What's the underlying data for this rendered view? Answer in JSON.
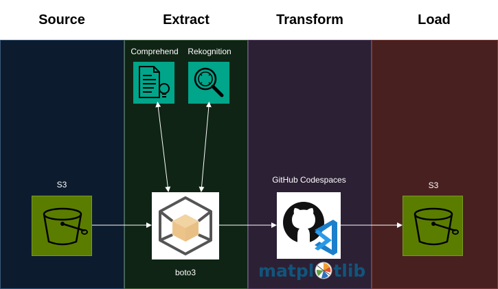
{
  "columns": {
    "source": "Source",
    "extract": "Extract",
    "transform": "Transform",
    "load": "Load"
  },
  "nodes": {
    "source_s3": {
      "label": "S3",
      "icon": "s3-bucket-icon"
    },
    "comprehend": {
      "label": "Comprehend",
      "icon": "document-insight-icon"
    },
    "rekognition": {
      "label": "Rekognition",
      "icon": "magnifier-icon"
    },
    "boto3": {
      "label": "boto3",
      "icon": "cube-icon"
    },
    "codespaces": {
      "label": "GitHub Codespaces",
      "icon": "github-vscode-icon"
    },
    "load_s3": {
      "label": "S3",
      "icon": "s3-bucket-icon"
    }
  },
  "matplotlib": {
    "text_before": "matpl",
    "text_after": "tlib"
  },
  "colors": {
    "s3": "#5a7d00",
    "ai_service": "#00a58a",
    "matplotlib": "#11557c",
    "arrow": "#ffffff"
  }
}
